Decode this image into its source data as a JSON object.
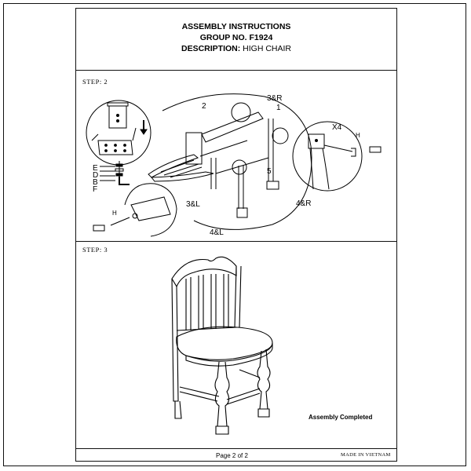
{
  "header": {
    "title": "ASSEMBLY INSTRUCTIONS",
    "group": "GROUP NO. F1924",
    "description_label": "DESCRIPTION:",
    "description_value": "HIGH CHAIR"
  },
  "step2": {
    "label": "STEP: 2",
    "callouts": {
      "part_1": "1",
      "part_2": "2",
      "part_3R": "3&R",
      "part_3L": "3&L",
      "part_4R": "4&R",
      "part_4L": "4&L",
      "part_5": "5",
      "qty": "X4",
      "h_left": "H",
      "h_right": "H",
      "e": "E",
      "d": "D",
      "b": "B",
      "f": "F"
    }
  },
  "step3": {
    "label": "STEP: 3",
    "completed": "Assembly Completed"
  },
  "footer": {
    "page": "Page 2 of 2",
    "made_in": "MADE IN VIETNAM"
  }
}
